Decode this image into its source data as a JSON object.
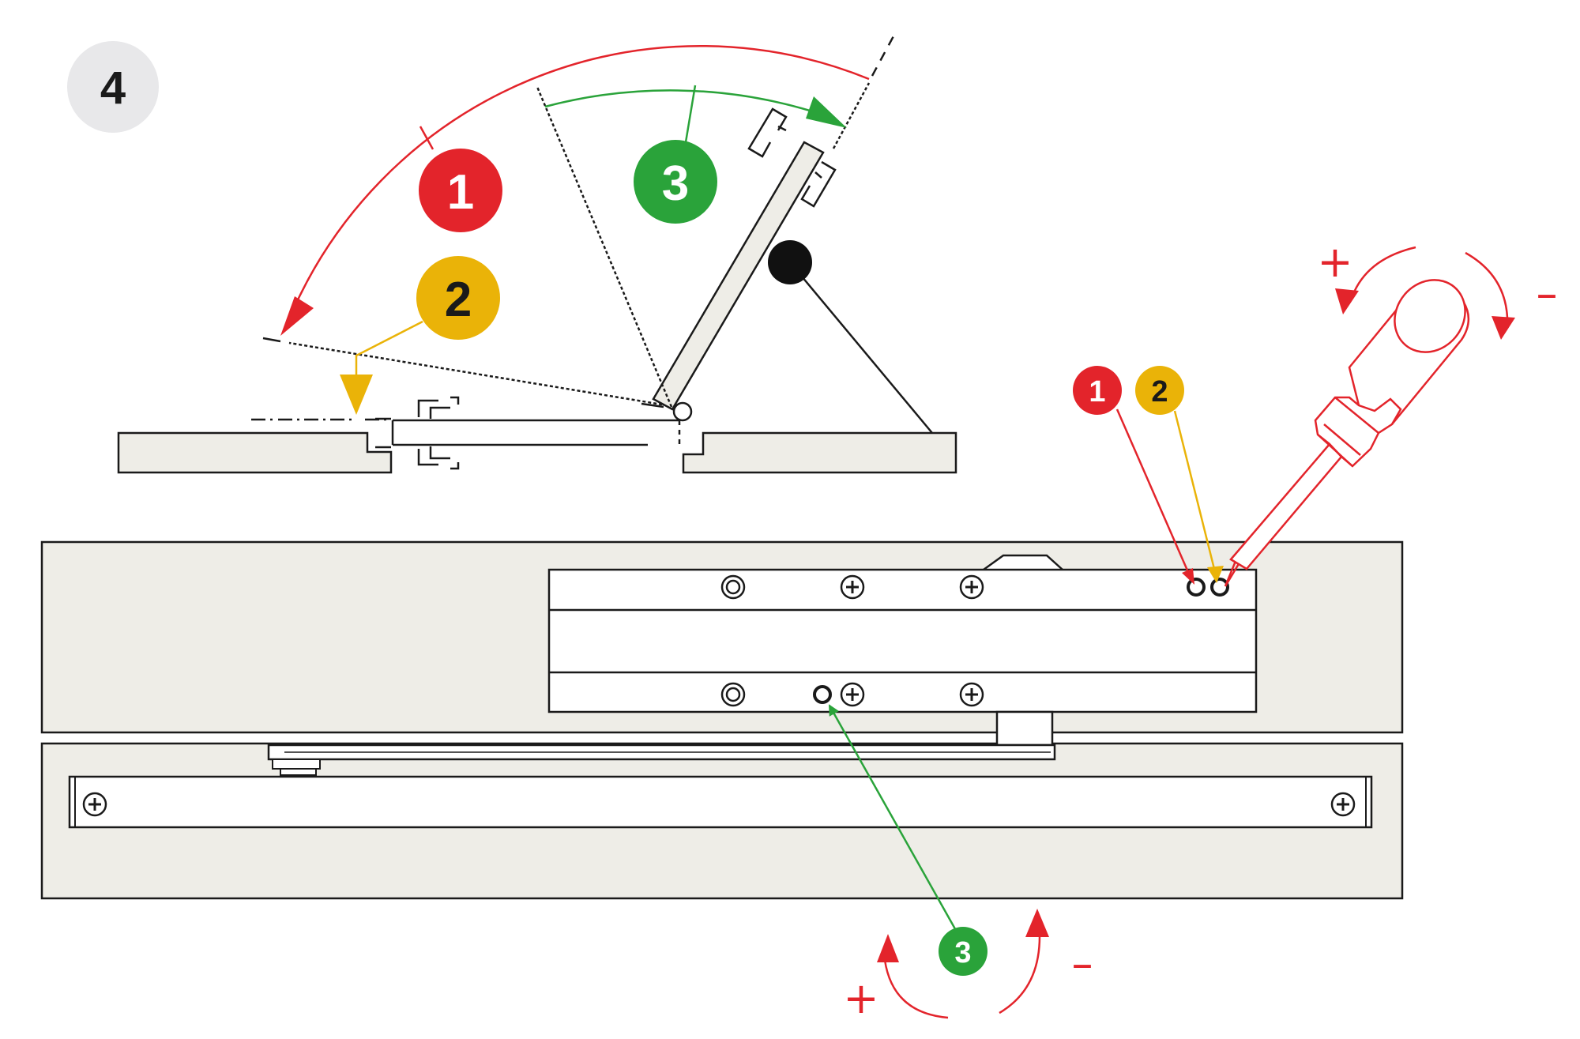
{
  "step": {
    "number": "4"
  },
  "callouts": {
    "top_1": "1",
    "top_2": "2",
    "top_3": "3",
    "screw_1": "1",
    "screw_2": "2",
    "screw_3": "3"
  },
  "rotation_signs": {
    "screwdriver_plus": "+",
    "screwdriver_minus": "–",
    "bottom_plus": "+",
    "bottom_minus": "–"
  },
  "colors": {
    "red": "#e3242b",
    "yellow": "#eab308",
    "green": "#2aa33a",
    "panel": "#eeede7",
    "step_badge": "#e8e8ea",
    "outline": "#1a1a1a"
  },
  "icons": [
    "phillips-screw-icon",
    "adjustment-valve-icon",
    "screwdriver-icon",
    "rotation-arrow-icon"
  ]
}
